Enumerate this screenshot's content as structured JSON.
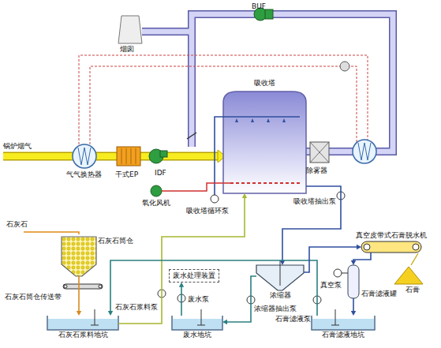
{
  "diagram": {
    "nodes": [
      {
        "text": [
          "吸收塔"
        ]
      },
      {
        "text": [
          "废水处理装置"
        ]
      },
      {
        "text": [
          "石灰石浆料地坑"
        ]
      },
      {
        "text": [
          "废水地坑"
        ]
      },
      {
        "text": [
          "石膏滤液地坑"
        ]
      },
      {
        "text": [
          "浓缩器"
        ]
      },
      {
        "text": [
          "石膏滤液罐"
        ]
      },
      {
        "text": [
          "石灰石筒仓"
        ]
      },
      {
        "text": [
          "真空皮带式石膏脱水机"
        ]
      }
    ],
    "edges": [
      {
        "from": 2,
        "to": 0,
        "arrow": "to"
      },
      {
        "from": 0,
        "to": 5,
        "arrow": "to"
      },
      {
        "from": 5,
        "to": 3,
        "arrow": "to"
      },
      {
        "from": 3,
        "to": 1,
        "arrow": "to"
      },
      {
        "from": 4,
        "to": 2,
        "arrow": "to"
      },
      {
        "from": 5,
        "to": 8,
        "arrow": "to"
      },
      {
        "from": 8,
        "to": 6,
        "arrow": "to"
      },
      {
        "from": 6,
        "to": 4,
        "arrow": "to"
      },
      {
        "from": 7,
        "to": 2,
        "arrow": "to"
      }
    ],
    "labels": [
      "烟囱",
      "BUF",
      "锅炉烟气",
      "气气换热器",
      "干式EP",
      "IDF",
      "氧化风机",
      "除雾器",
      "吸收塔循环泵",
      "吸收塔抽出泵",
      "石灰石",
      "石灰石筒仓传送带",
      "石灰石浆料泵",
      "废水泵",
      "浓缩器抽出泵",
      "石膏滤液泵",
      "真空泵",
      "石膏"
    ]
  }
}
